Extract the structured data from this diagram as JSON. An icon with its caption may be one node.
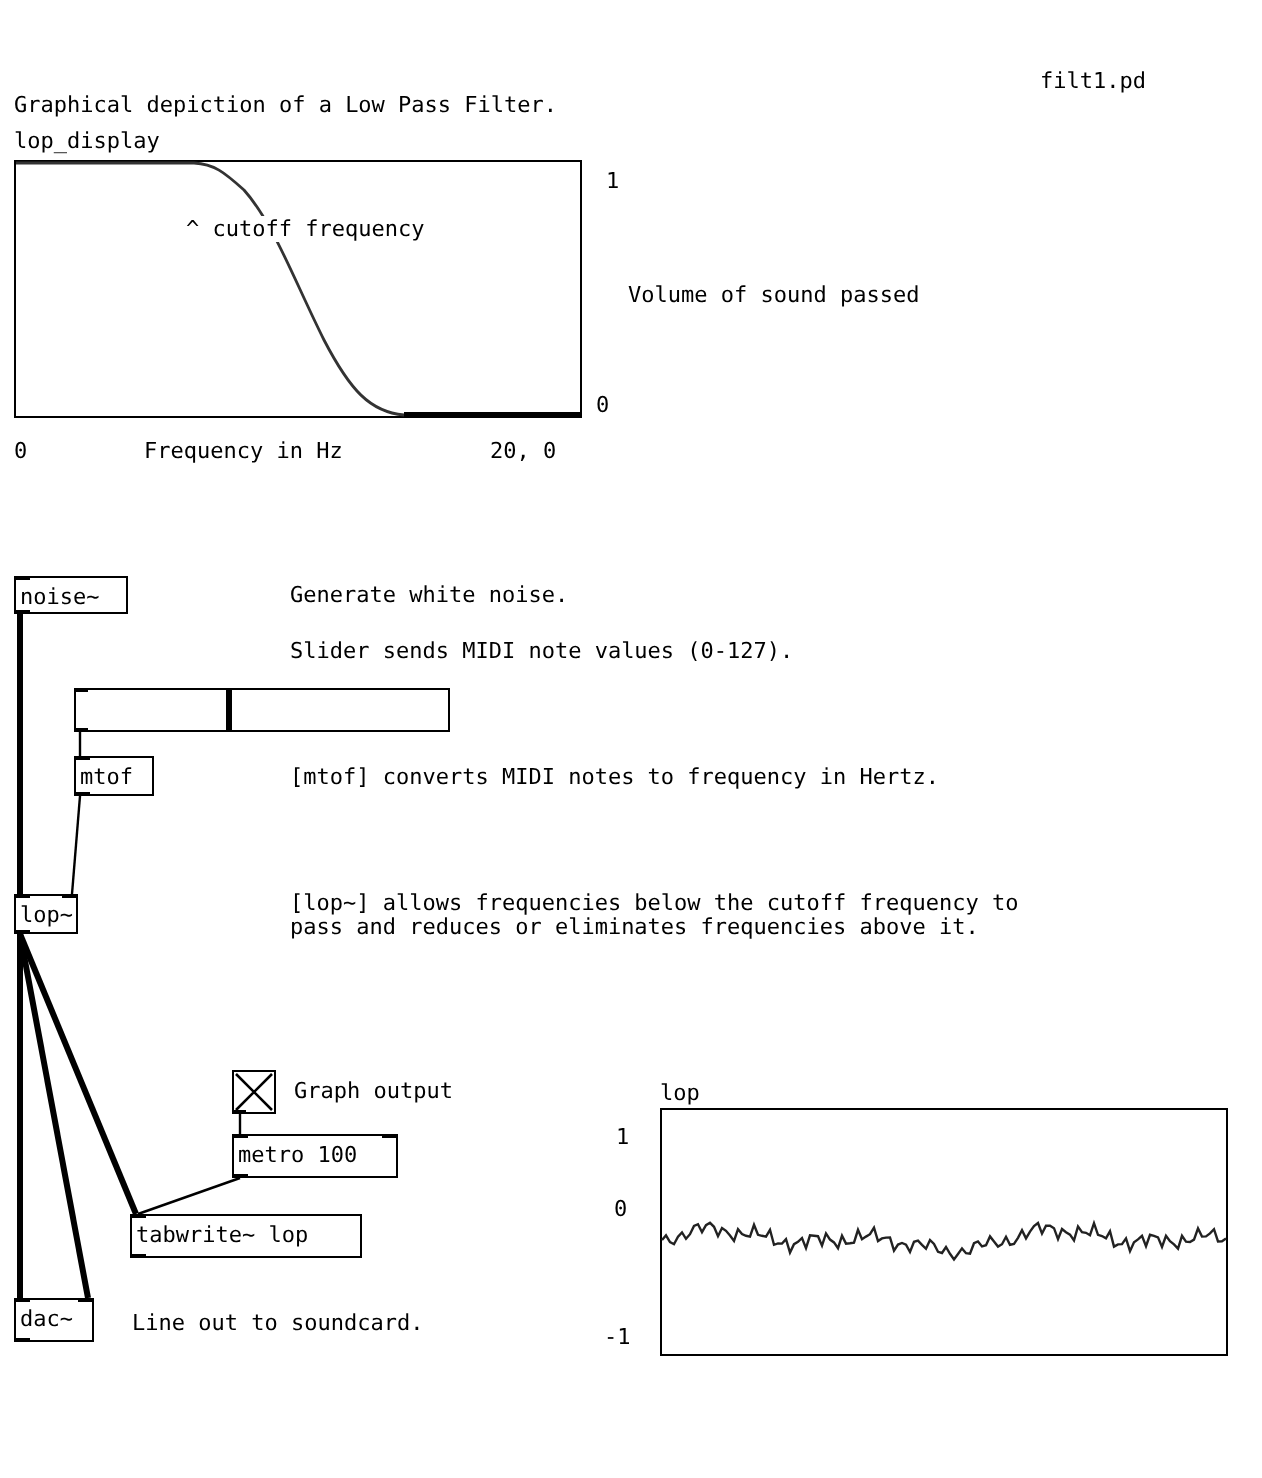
{
  "diagram": {
    "nodes": [
      {
        "text": [
          "lop_display",
          "^ cutoff frequency"
        ]
      },
      {
        "text": [
          "noise~"
        ]
      },
      {
        "text": [],
        "shape": "bar"
      },
      {
        "text": [
          "mtof"
        ]
      },
      {
        "text": [
          "lop~"
        ]
      },
      {
        "text": [],
        "shape": "box"
      },
      {
        "text": [
          "lop"
        ]
      },
      {
        "text": [
          "metro 100"
        ]
      },
      {
        "text": [
          "tabwrite~ lop"
        ]
      },
      {
        "text": [
          "dac~"
        ]
      }
    ],
    "edges": [
      {
        "from": 1,
        "to": 4,
        "arrow": "none",
        "style": "thick"
      },
      {
        "from": 2,
        "to": 3,
        "arrow": "none"
      },
      {
        "from": 3,
        "to": 4,
        "arrow": "none"
      },
      {
        "from": 4,
        "to": 9,
        "arrow": "none",
        "style": "thick"
      },
      {
        "from": 4,
        "to": 9,
        "arrow": "none",
        "style": "thick"
      },
      {
        "from": 4,
        "to": 8,
        "arrow": "none",
        "style": "thick"
      },
      {
        "from": 5,
        "to": 7,
        "arrow": "none"
      },
      {
        "from": 7,
        "to": 8,
        "arrow": "none"
      }
    ],
    "labels": [
      "filt1.pd",
      "Graphical depiction of a Low Pass Filter.",
      "1",
      "Volume of sound passed",
      "0",
      "0",
      "Frequency in Hz",
      "20, 0",
      "Generate white noise.",
      "Slider sends MIDI note values (0-127).",
      "[mtof] converts MIDI notes to frequency in Hertz.",
      "[lop~] allows frequencies below the cutoff frequency to pass and reduces or eliminates frequencies above it.",
      "Graph output",
      "1",
      "0",
      "Line out to soundcard.",
      "-1"
    ]
  }
}
